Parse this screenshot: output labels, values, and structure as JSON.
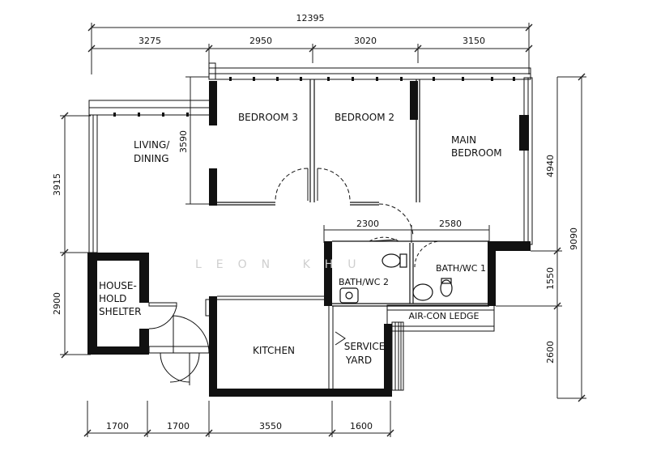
{
  "dimensions": {
    "top_total": "12395",
    "top_segments": [
      "3275",
      "2950",
      "3020",
      "3150"
    ],
    "bottom_segments": [
      "1700",
      "1700",
      "3550",
      "1600"
    ],
    "left_top": "3915",
    "left_bottom": "2900",
    "right_total": "9090",
    "right_segments": [
      "4940",
      "1550",
      "2600"
    ],
    "bedroom3_height": "3590",
    "bath_widths": [
      "2300",
      "2580"
    ]
  },
  "rooms": {
    "bedroom3": "BEDROOM 3",
    "bedroom2": "BEDROOM 2",
    "main_bedroom_line1": "MAIN",
    "main_bedroom_line2": "BEDROOM",
    "living_line1": "LIVING/",
    "living_line2": "DINING",
    "shelter_line1": "HOUSE-",
    "shelter_line2": "HOLD",
    "shelter_line3": "SHELTER",
    "bath2": "BATH/WC 2",
    "bath1": "BATH/WC 1",
    "aircon": "AIR-CON LEDGE",
    "kitchen": "KITCHEN",
    "service_line1": "SERVICE",
    "service_line2": "YARD"
  },
  "watermark": "LEON KHU"
}
